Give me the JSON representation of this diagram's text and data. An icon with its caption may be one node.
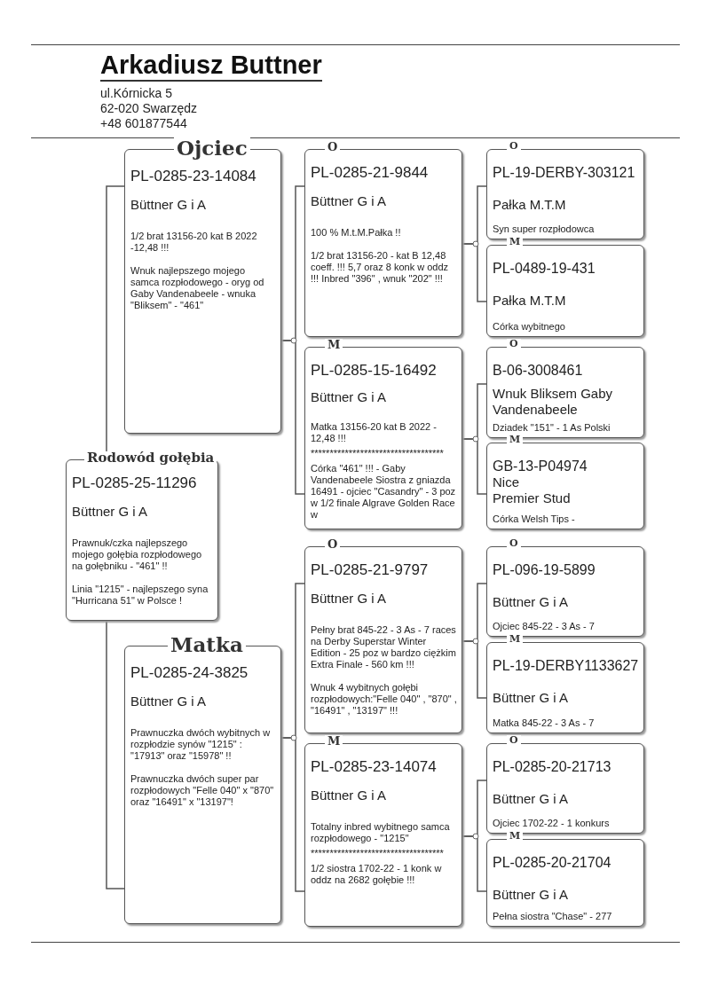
{
  "diagram": {
    "title": "Arkadiusz Buttner",
    "nodes": [
      {
        "text": [
          "Rodowód gołębia",
          "PL-0285-25-11296",
          "Büttner G i A",
          "Prawnuk/czka najlepszego mojego gołębia rozpłodowego na gołębniku - \"461\" !!",
          "Linia \"1215\" - najlepszego syna \"Hurricana 51\" w Polsce !"
        ]
      },
      {
        "text": [
          "Ojciec",
          "PL-0285-23-14084",
          "Büttner G i A",
          "1/2 brat  13156-20  kat B 2022 -12,48 !!!",
          "Wnuk najlepszego mojego samca rozpłodowego - oryg od Gaby Vandenabeele  - wnuka \"Bliksem\" - \"461\""
        ]
      },
      {
        "text": [
          "Matka",
          "PL-0285-24-3825",
          "Büttner G i A",
          "Prawnuczka dwóch wybitnych w rozpłodzie synów \"1215\"  : \"17913\" oraz \"15978\" !!",
          "Prawnuczka dwóch super par rozpłodowych \"Felle 040\" x \"870\" oraz \"16491\"  x \"13197\"!"
        ]
      },
      {
        "text": [
          "O",
          "PL-0285-21-9844",
          "Büttner G i A",
          "100 % M.t.M.Pałka !!",
          "1/2 brat 13156-20  - kat B 12,48 coeff. !!! 5,7 oraz 8 konk w oddz !!! Inbred \"396\" , wnuk \"202\" !!!"
        ]
      },
      {
        "text": [
          "M",
          "PL-0285-15-16492",
          "Büttner G i A",
          "Matka 13156-20  kat B 2022  - 12,48 !!!",
          "***********************************",
          "Córka \"461\"  !!! - Gaby Vandenabeele Siostra z gniazda 16491 - ojciec \"Casandry\" - 3 poz w 1/2 finale Algrave Golden Race w"
        ]
      },
      {
        "text": [
          "O",
          "PL-0285-21-9797",
          "Büttner G i A",
          "Pełny  brat 845-22  - 3 As  - 7 races na Derby Superstar Winter Edition - 25 poz w bardzo ciężkim Extra Finale - 560 km !!!",
          "Wnuk 4 wybitnych gołębi rozpłodowych:\"Felle 040\" , \"870\" , \"16491\" , \"13197\" !!!"
        ]
      },
      {
        "text": [
          "M",
          "PL-0285-23-14074",
          "Büttner G i A",
          "Totalny inbred wybitnego samca rozpłodowego - \"1215\"",
          "***********************************",
          "1/2 siostra 1702-22  -  1 konk w oddz na 2682 gołębie !!!"
        ]
      },
      {
        "text": [
          "O",
          "PL-19-DERBY-303121",
          "Pałka M.T.M",
          "Syn super rozpłodowca"
        ]
      },
      {
        "text": [
          "M",
          "PL-0489-19-431",
          "Pałka M.T.M",
          "Córka wybitnego"
        ]
      },
      {
        "text": [
          "O",
          "B-06-3008461",
          "Wnuk Bliksem Gaby Vandenabeele",
          "Dziadek \"151\" - 1 As Polski"
        ]
      },
      {
        "text": [
          "M",
          "GB-13-P04974",
          "Nice",
          "Premier Stud",
          "Córka Welsh Tips -"
        ]
      },
      {
        "text": [
          "O",
          "PL-096-19-5899",
          "Büttner G i A",
          "Ojciec  845-22  - 3 As  - 7"
        ]
      },
      {
        "text": [
          "M",
          "PL-19-DERBY1133627",
          "Büttner G i A",
          "Matka  845-22  - 3 As  - 7"
        ]
      },
      {
        "text": [
          "O",
          "PL-0285-20-21713",
          "Büttner G i A",
          "Ojciec 1702-22  -  1 konkurs"
        ]
      },
      {
        "text": [
          "M",
          "PL-0285-20-21704",
          "Büttner G i A",
          "Pełna  siostra   \"Chase\" - 277"
        ]
      }
    ],
    "edges": [
      {
        "from": 0,
        "to": 1,
        "arrow": "none"
      },
      {
        "from": 0,
        "to": 2,
        "arrow": "none"
      },
      {
        "from": 1,
        "to": 3,
        "arrow": "none"
      },
      {
        "from": 1,
        "to": 4,
        "arrow": "none"
      },
      {
        "from": 2,
        "to": 5,
        "arrow": "none"
      },
      {
        "from": 2,
        "to": 6,
        "arrow": "none"
      },
      {
        "from": 3,
        "to": 7,
        "arrow": "none"
      },
      {
        "from": 3,
        "to": 8,
        "arrow": "none"
      },
      {
        "from": 4,
        "to": 9,
        "arrow": "none"
      },
      {
        "from": 4,
        "to": 10,
        "arrow": "none"
      },
      {
        "from": 5,
        "to": 11,
        "arrow": "none"
      },
      {
        "from": 5,
        "to": 12,
        "arrow": "none"
      },
      {
        "from": 6,
        "to": 13,
        "arrow": "none"
      },
      {
        "from": 6,
        "to": 14,
        "arrow": "none"
      }
    ],
    "labels": [
      "ul.Kórnicka 5",
      "62-020 Swarzędz",
      "+48 601877544"
    ]
  }
}
